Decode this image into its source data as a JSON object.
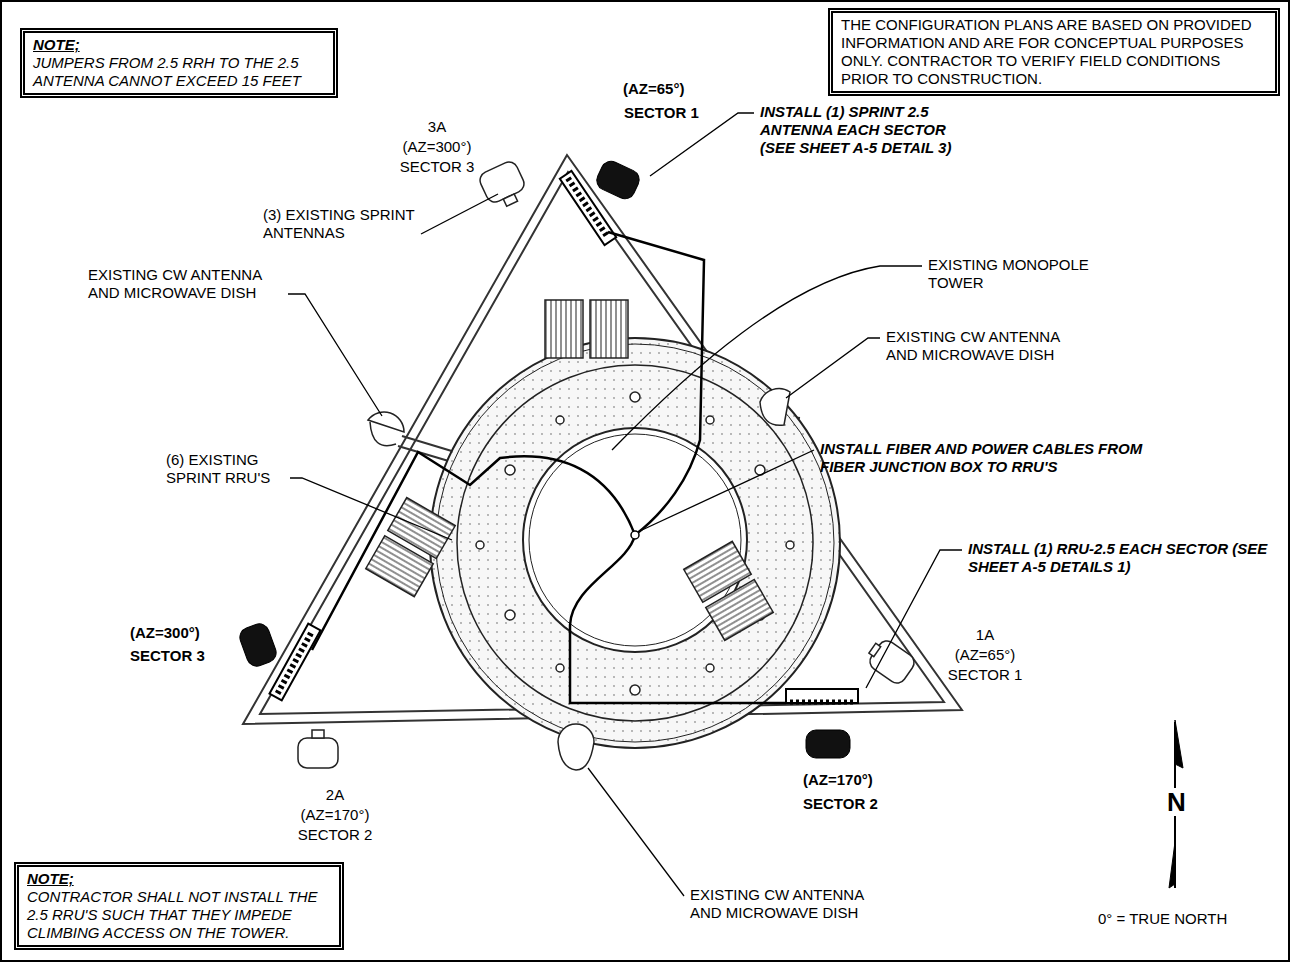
{
  "diagram": {
    "nodes": [
      {
        "text": [
          "NOTE;",
          "JUMPERS FROM 2.5 RRH TO THE 2.5 ANTENNA CANNOT EXCEED 15 FEET"
        ]
      },
      {
        "text": [
          "THE CONFIGURATION PLANS ARE BASED ON PROVIDED INFORMATION AND ARE FOR CONCEPTUAL PURPOSES ONLY. CONTRACTOR TO VERIFY FIELD CONDITIONS PRIOR TO CONSTRUCTION."
        ]
      },
      {
        "text": [
          "NOTE;",
          "CONTRACTOR SHALL NOT INSTALL THE 2.5 RRU'S SUCH THAT THEY IMPEDE CLIMBING ACCESS ON THE TOWER."
        ]
      }
    ],
    "labels": [
      "(AZ=65°)",
      "SECTOR 1",
      "INSTALL (1) SPRINT 2.5 ANTENNA EACH SECTOR (SEE SHEET A-5 DETAIL 3)",
      "3A",
      "(AZ=300°)",
      "SECTOR 3",
      "(3) EXISTING SPRINT ANTENNAS",
      "EXISTING CW ANTENNA AND MICROWAVE DISH",
      "EXISTING MONOPOLE TOWER",
      "EXISTING CW ANTENNA AND MICROWAVE DISH",
      "(6) EXISTING SPRINT RRU'S",
      "INSTALL FIBER AND POWER CABLES FROM FIBER JUNCTION BOX TO RRU'S",
      "INSTALL (1) RRU-2.5 EACH SECTOR (SEE SHEET A-5 DETAILS 1)",
      "1A",
      "(AZ=65°)",
      "SECTOR 1",
      "(AZ=300°)",
      "SECTOR 3",
      "2A",
      "(AZ=170°)",
      "SECTOR 2",
      "(AZ=170°)",
      "SECTOR 2",
      "EXISTING CW ANTENNA AND MICROWAVE DISH",
      "N",
      "0° = TRUE NORTH"
    ]
  }
}
